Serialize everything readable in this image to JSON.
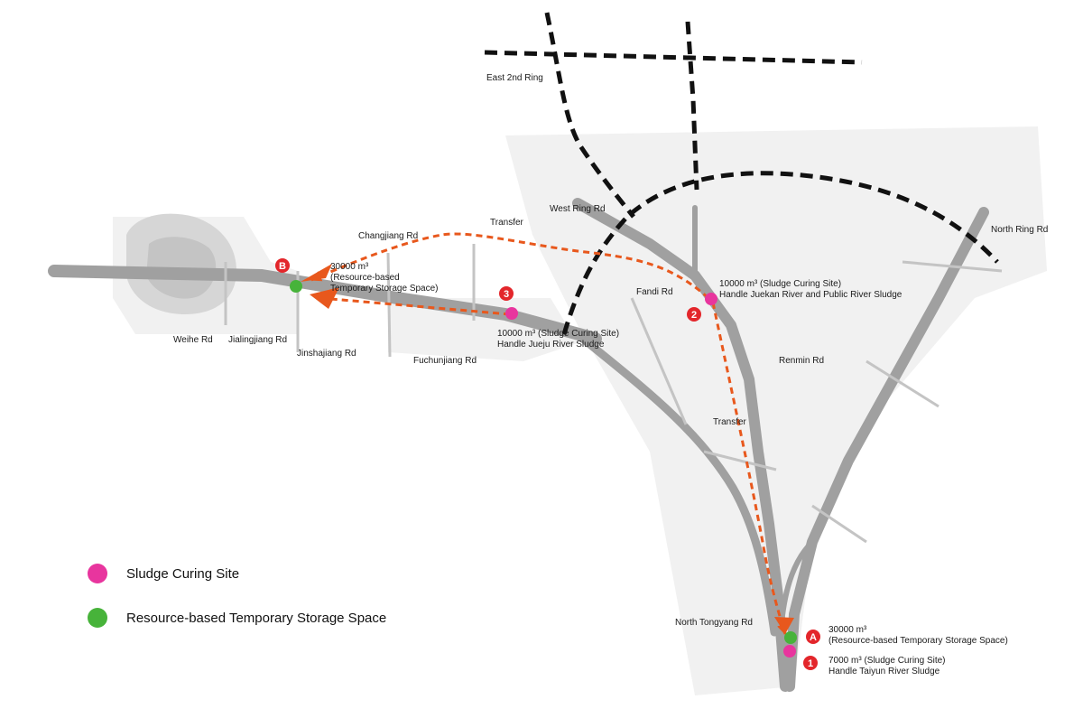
{
  "colors": {
    "sludge_curing": "#e8359e",
    "temp_storage": "#47b33a",
    "marker": "#e3262b",
    "transfer_route": "#e8581d",
    "ring_road": "#111111",
    "road": "#9d9d9d"
  },
  "roads": {
    "east_2nd_ring": "East 2nd Ring",
    "west_ring": "West Ring Rd",
    "north_ring": "North Ring Rd",
    "changjiang": "Changjiang Rd",
    "fandi": "Fandi Rd",
    "renmin": "Renmin Rd",
    "weihe": "Weihe Rd",
    "jialingjiang": "Jialingjiang Rd",
    "jinshajiang": "Jinshajiang Rd",
    "fuchunjiang": "Fuchunjiang Rd",
    "north_tongyang": "North Tongyang Rd"
  },
  "routes": {
    "transfer_top": "Transfer",
    "transfer_right": "Transfer"
  },
  "sites": {
    "site_b": {
      "marker": "B",
      "line1": "30000 m³",
      "line2": "(Resource-based",
      "line3": "Temporary Storage Space)"
    },
    "site_3": {
      "marker": "3",
      "line1": "10000 m³ (Sludge Curing Site)",
      "line2": "Handle Jueju River Sludge"
    },
    "site_2": {
      "marker": "2",
      "line1": "10000 m³ (Sludge Curing Site)",
      "line2": "Handle Juekan River and Public River Sludge"
    },
    "site_a": {
      "marker": "A",
      "line1": "30000 m³",
      "line2": "(Resource-based Temporary Storage Space)"
    },
    "site_1": {
      "marker": "1",
      "line1": "7000 m³ (Sludge Curing Site)",
      "line2": "Handle Taiyun River Sludge"
    }
  },
  "legend": {
    "sludge_curing": "Sludge Curing Site",
    "temp_storage": "Resource-based Temporary Storage Space"
  }
}
